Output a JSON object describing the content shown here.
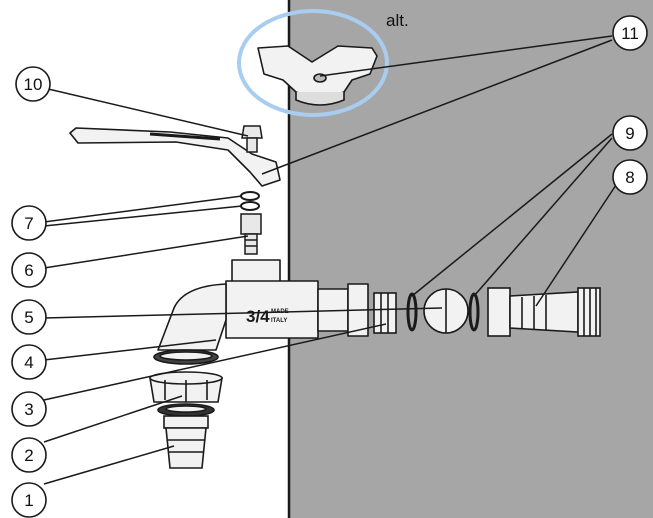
{
  "note_alt": "alt.",
  "callouts": [
    "1",
    "2",
    "3",
    "4",
    "5",
    "6",
    "7",
    "8",
    "9",
    "10",
    "11"
  ],
  "body_marking": {
    "fraction": "3/4",
    "origin_line1": "MADE",
    "origin_line2": "ITALY"
  },
  "colors": {
    "panel": "#a6a6a6",
    "part_fill": "#f2f2f2",
    "outline": "#1a1a1a",
    "highlight_ring": "#a9cdf0"
  }
}
